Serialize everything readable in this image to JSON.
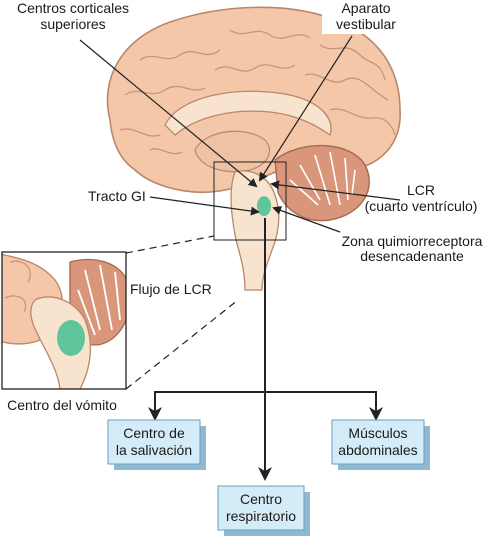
{
  "labels": {
    "centros_corticales_line1": "Centros corticales",
    "centros_corticales_line2": "superiores",
    "aparato_line1": "Aparato",
    "aparato_line2": "vestibular",
    "tracto_gi": "Tracto GI",
    "lcr_line1": "LCR",
    "lcr_line2": "(cuarto ventrículo)",
    "zona_line1": "Zona quimiorreceptora",
    "zona_line2": "desencadenante",
    "flujo_lcr": "Flujo de LCR",
    "centro_vomito": "Centro del vómito"
  },
  "boxes": {
    "salivacion_line1": "Centro de",
    "salivacion_line2": "la salivación",
    "musculos_line1": "Músculos",
    "musculos_line2": "abdominales",
    "respiratorio_line1": "Centro",
    "respiratorio_line2": "respiratorio"
  },
  "colors": {
    "brain": "#f3c7a8",
    "brain_outline": "#b9876a",
    "cerebellum": "#d9967a",
    "brainstem": "#f8e3cf",
    "vomit_center": "#5fc59a",
    "box_fill": "#d4ecf7",
    "box_shadow": "#8fb9d3",
    "arrow": "#222222"
  }
}
